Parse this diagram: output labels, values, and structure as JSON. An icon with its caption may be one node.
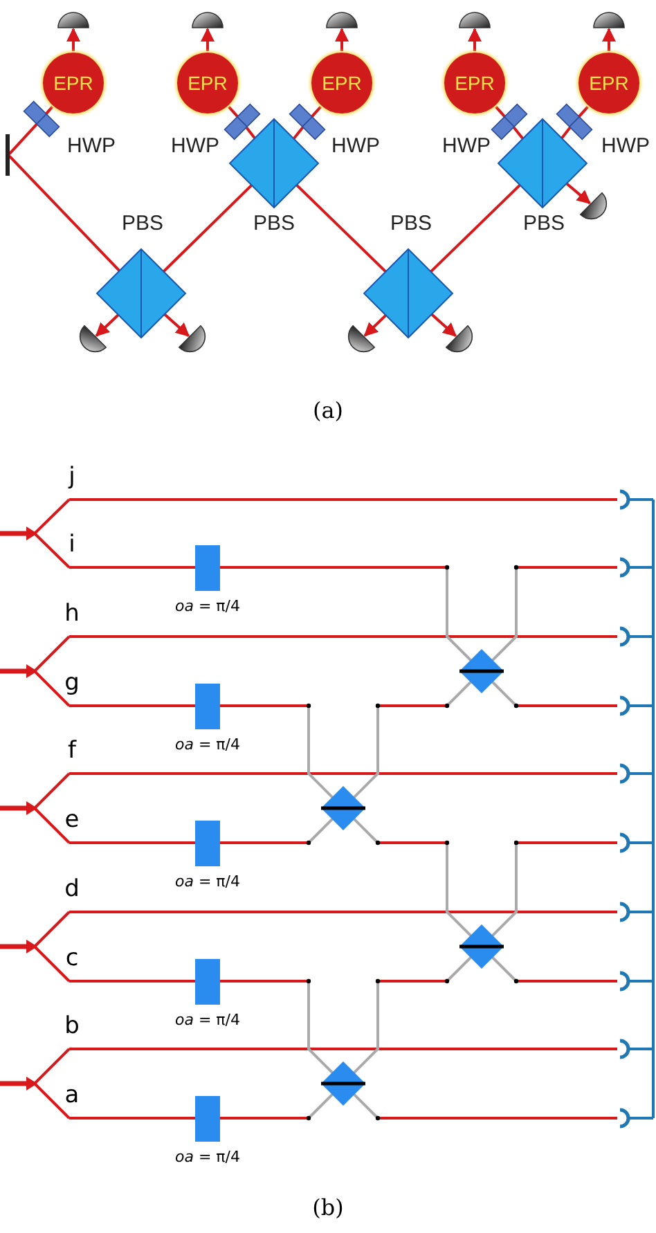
{
  "diagram": {
    "nodes": [
      {
        "text": [
          "EPR"
        ]
      },
      {
        "text": [
          "EPR"
        ]
      },
      {
        "text": [
          "EPR"
        ]
      },
      {
        "text": [
          "EPR"
        ]
      },
      {
        "text": [
          "EPR"
        ]
      },
      {
        "text": [],
        "shape": "semicircle"
      },
      {
        "text": [],
        "shape": "semicircle"
      },
      {
        "text": [],
        "shape": "semicircle"
      },
      {
        "text": [],
        "shape": "semicircle"
      },
      {
        "text": [],
        "shape": "semicircle"
      },
      {
        "text": [
          "HWP"
        ]
      },
      {
        "text": [
          "HWP"
        ]
      },
      {
        "text": [
          "HWP"
        ]
      },
      {
        "text": [
          "HWP"
        ]
      },
      {
        "text": [
          "HWP"
        ]
      },
      {
        "text": [
          "PBS"
        ]
      },
      {
        "text": [
          "PBS"
        ]
      },
      {
        "text": [
          "PBS"
        ]
      },
      {
        "text": [
          "PBS"
        ]
      },
      {
        "text": [],
        "shape": "bar"
      },
      {
        "text": [],
        "shape": "semicircle"
      },
      {
        "text": [],
        "shape": "semicircle"
      },
      {
        "text": [],
        "shape": "semicircle"
      },
      {
        "text": [],
        "shape": "semicircle"
      },
      {
        "text": [],
        "shape": "semicircle"
      }
    ],
    "edges": [
      {
        "from": 0,
        "to": 5,
        "arrow": "to"
      },
      {
        "from": 1,
        "to": 6,
        "arrow": "to"
      },
      {
        "from": 2,
        "to": 7,
        "arrow": "to"
      },
      {
        "from": 3,
        "to": 8,
        "arrow": "to"
      },
      {
        "from": 4,
        "to": 9,
        "arrow": "to"
      },
      {
        "from": 0,
        "to": 10,
        "arrow": "none"
      },
      {
        "from": 10,
        "to": 19,
        "arrow": "none"
      },
      {
        "from": 19,
        "to": 17,
        "arrow": "none"
      },
      {
        "from": 1,
        "to": 11,
        "arrow": "none"
      },
      {
        "from": 11,
        "to": 15,
        "arrow": "none"
      },
      {
        "from": 2,
        "to": 12,
        "arrow": "none"
      },
      {
        "from": 12,
        "to": 15,
        "arrow": "none"
      },
      {
        "from": 3,
        "to": 13,
        "arrow": "none"
      },
      {
        "from": 13,
        "to": 16,
        "arrow": "none"
      },
      {
        "from": 4,
        "to": 14,
        "arrow": "none"
      },
      {
        "from": 14,
        "to": 16,
        "arrow": "none"
      },
      {
        "from": 15,
        "to": 17,
        "arrow": "none"
      },
      {
        "from": 15,
        "to": 18,
        "arrow": "none"
      },
      {
        "from": 16,
        "to": 18,
        "arrow": "none"
      },
      {
        "from": 17,
        "to": 20,
        "arrow": "to"
      },
      {
        "from": 17,
        "to": 21,
        "arrow": "to"
      },
      {
        "from": 18,
        "to": 22,
        "arrow": "to"
      },
      {
        "from": 18,
        "to": 23,
        "arrow": "to"
      },
      {
        "from": 16,
        "to": 24,
        "arrow": "to"
      }
    ],
    "labels": [
      "(a)",
      "j",
      "i",
      "*oa* = π/4",
      "h",
      "g",
      "*oa* = π/4",
      "f",
      "e",
      "*oa* = π/4",
      "d",
      "c",
      "*oa* = π/4",
      "b",
      "a",
      "*oa* = π/4",
      "(b)"
    ]
  }
}
